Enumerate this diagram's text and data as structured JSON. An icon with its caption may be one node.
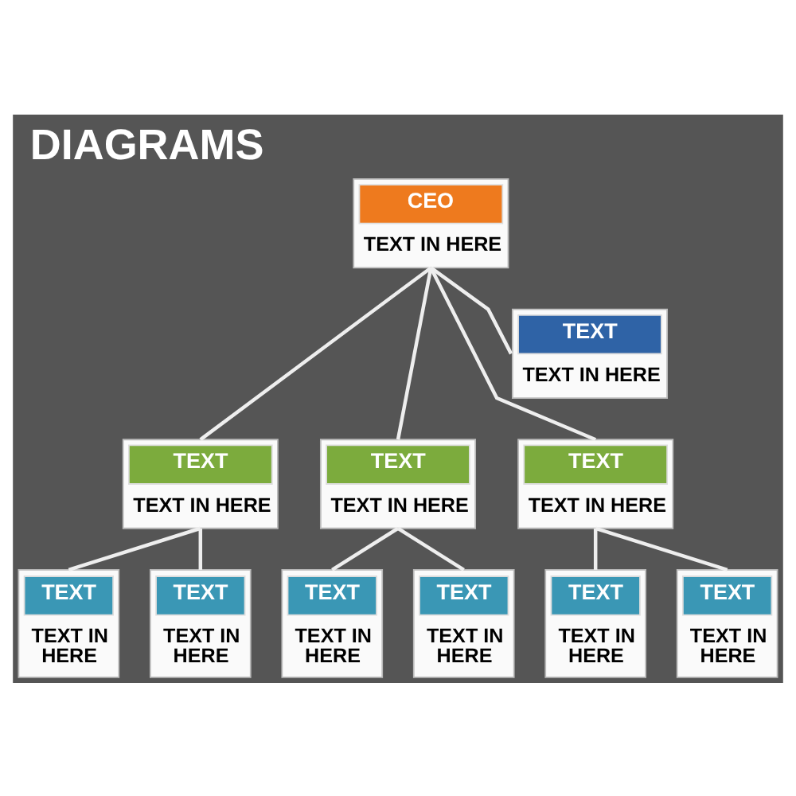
{
  "diagram": {
    "title": "DIAGRAMS",
    "nodes": [
      {
        "text": [
          "CEO",
          "TEXT IN HERE"
        ]
      },
      {
        "text": [
          "TEXT",
          "TEXT IN HERE"
        ]
      },
      {
        "text": [
          "TEXT",
          "TEXT IN HERE"
        ]
      },
      {
        "text": [
          "TEXT",
          "TEXT IN HERE"
        ]
      },
      {
        "text": [
          "TEXT",
          "TEXT IN HERE"
        ]
      },
      {
        "text": [
          "TEXT",
          "TEXT IN HERE"
        ]
      },
      {
        "text": [
          "TEXT",
          "TEXT IN HERE"
        ]
      },
      {
        "text": [
          "TEXT",
          "TEXT IN HERE"
        ]
      },
      {
        "text": [
          "TEXT",
          "TEXT IN HERE"
        ]
      },
      {
        "text": [
          "TEXT",
          "TEXT IN HERE"
        ]
      },
      {
        "text": [
          "TEXT",
          "TEXT IN HERE"
        ]
      }
    ],
    "edges": [
      {
        "from": 0,
        "to": 1,
        "arrow": "none"
      },
      {
        "from": 0,
        "to": 2,
        "arrow": "none"
      },
      {
        "from": 0,
        "to": 3,
        "arrow": "none"
      },
      {
        "from": 0,
        "to": 4,
        "arrow": "none"
      },
      {
        "from": 2,
        "to": 5,
        "arrow": "none"
      },
      {
        "from": 2,
        "to": 6,
        "arrow": "none"
      },
      {
        "from": 3,
        "to": 7,
        "arrow": "none"
      },
      {
        "from": 3,
        "to": 8,
        "arrow": "none"
      },
      {
        "from": 4,
        "to": 9,
        "arrow": "none"
      },
      {
        "from": 4,
        "to": 10,
        "arrow": "none"
      }
    ]
  }
}
